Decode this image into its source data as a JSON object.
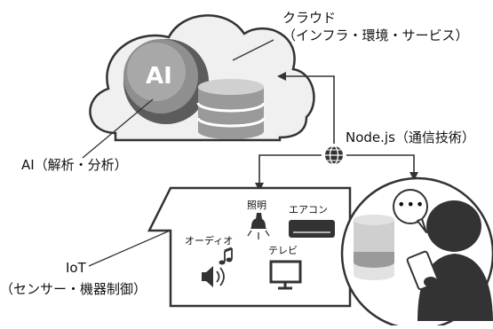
{
  "cloud": {
    "title": "クラウド",
    "subtitle": "（インフラ・環境・サービス）"
  },
  "ai": {
    "badge": "AI",
    "caption": "AI（解析・分析）"
  },
  "network": {
    "label": "Node.js（通信技術）",
    "icon": "globe-icon"
  },
  "iot": {
    "title": "IoT",
    "subtitle": "（センサー・機器制御）"
  },
  "devices": {
    "audio": "オーディオ",
    "light": "照明",
    "aircon": "エアコン",
    "tv": "テレビ"
  },
  "bubble": {
    "text": "•••"
  },
  "colors": {
    "outline": "#333333",
    "gray_dark": "#7a7a7a",
    "gray_mid": "#a6a6a6",
    "gray_light": "#d9d9d9",
    "white": "#ffffff"
  }
}
